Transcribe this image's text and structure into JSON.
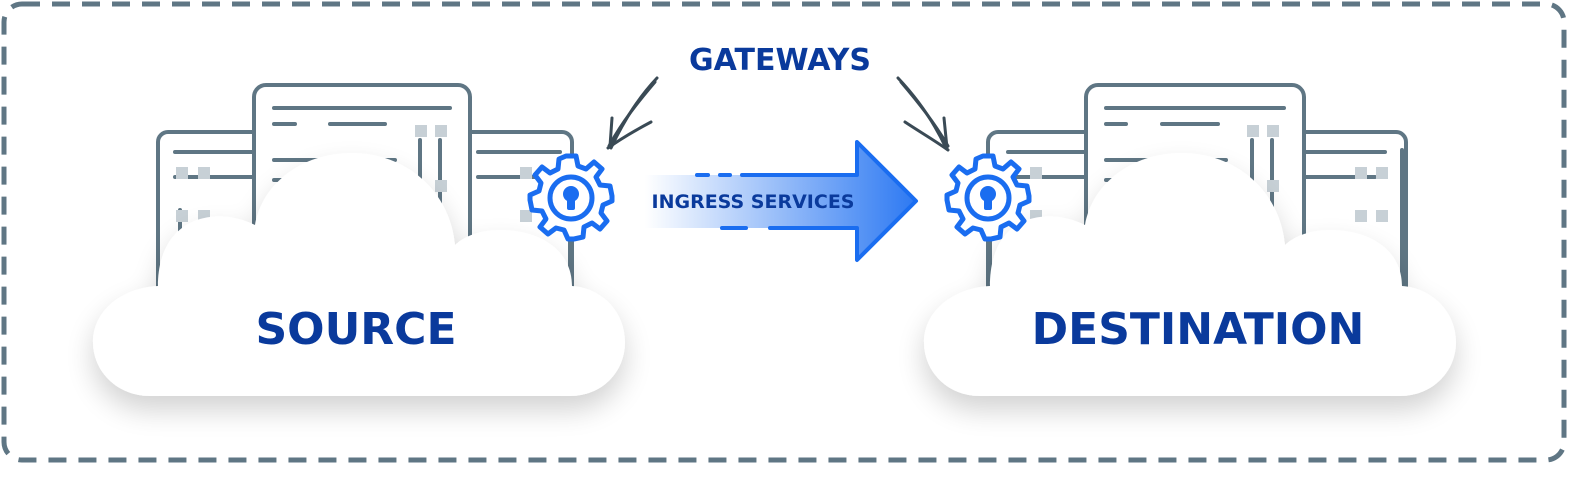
{
  "labels": {
    "gateways": "GATEWAYS",
    "ingress": "INGRESS SERVICES",
    "source": "SOURCE",
    "destination": "DESTINATION"
  },
  "colors": {
    "label_dark": "#0a3a9c",
    "accent": "#1a6df0",
    "gear": "#1a6df0",
    "server_line": "#5f7684",
    "server_light": "#c7d0d6",
    "border": "#5f7684",
    "cloud": "#ffffff"
  },
  "icons": [
    "gear-lock-icon",
    "arrow-icon",
    "server-icon",
    "cloud-icon",
    "hand-drawn-arrow-icon"
  ]
}
